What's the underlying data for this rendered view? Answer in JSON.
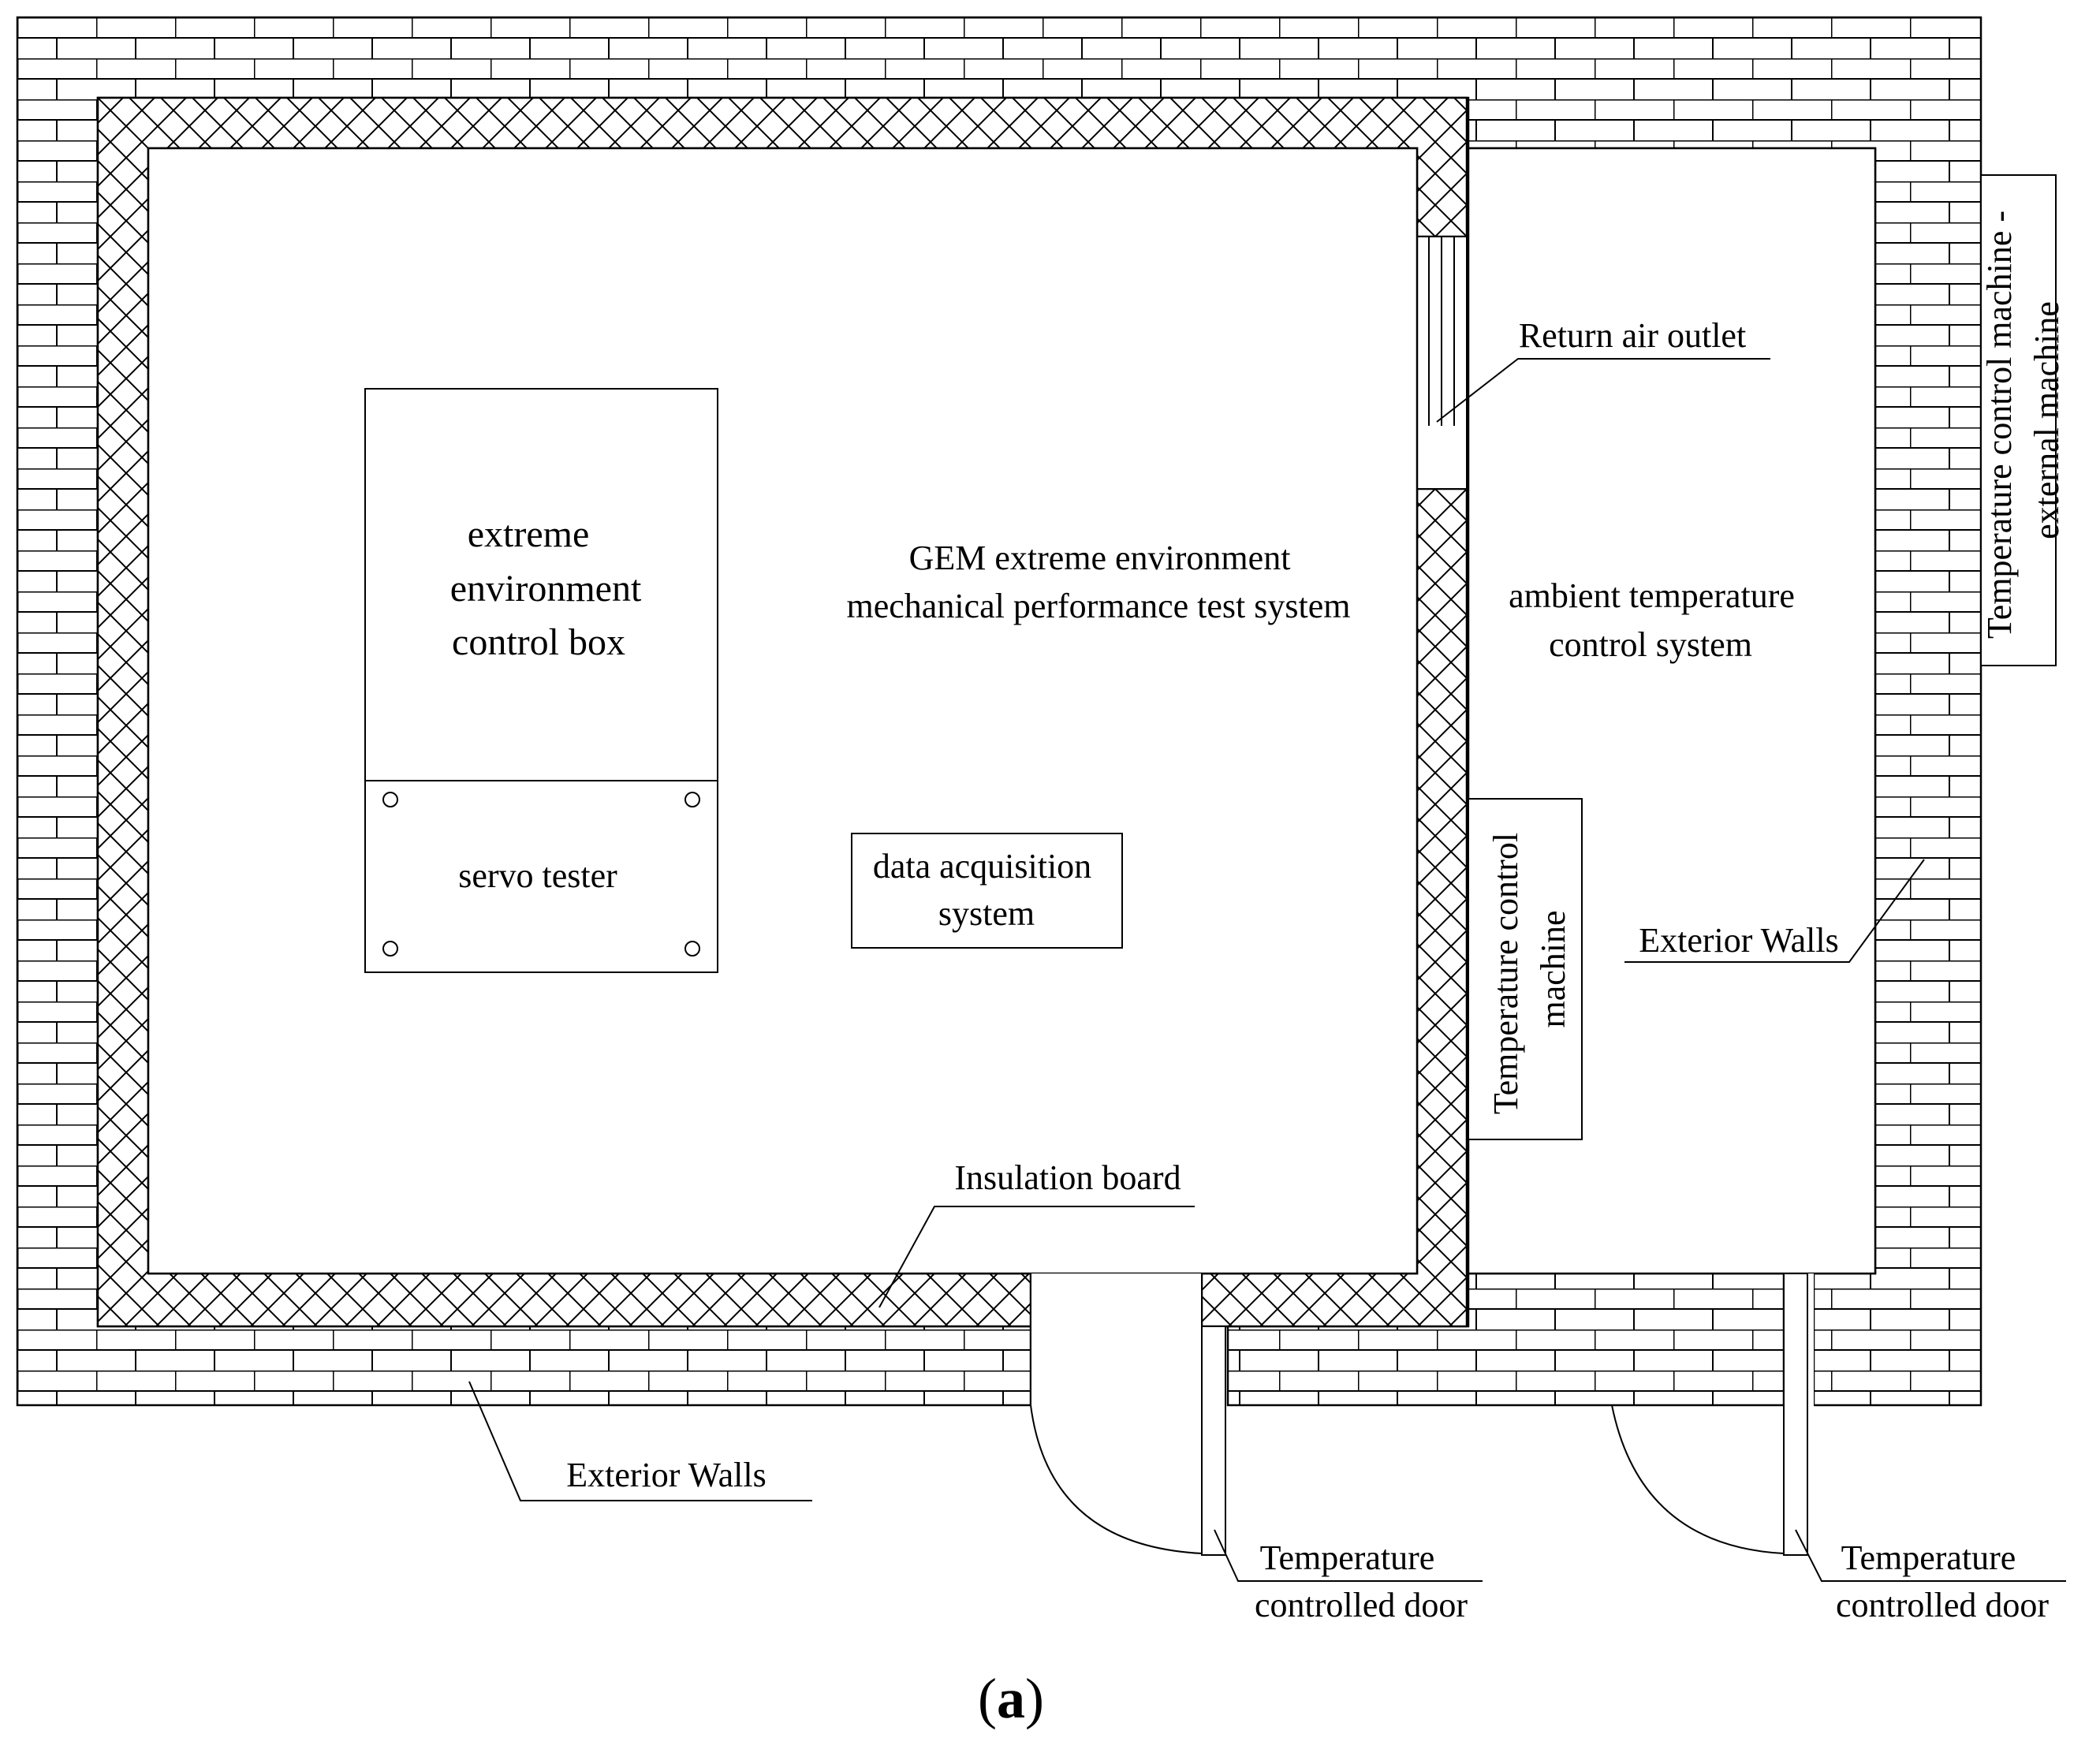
{
  "labels": {
    "control_box": [
      "extreme",
      "environment",
      "control box"
    ],
    "servo_tester": "servo tester",
    "test_system": [
      "GEM extreme environment",
      "mechanical performance test system"
    ],
    "data_acquisition": [
      "data acquisition",
      "system"
    ],
    "return_air_outlet": "Return air outlet",
    "ambient_system": [
      "ambient temperature",
      "control system"
    ],
    "temp_control_machine": [
      "Temperature control",
      "machine"
    ],
    "external_machine": [
      "Temperature control machine -",
      "external machine"
    ],
    "exterior_walls": "Exterior Walls",
    "insulation_board": "Insulation board",
    "temp_door": [
      "Temperature",
      "controlled door"
    ],
    "caption_open": "(",
    "caption_letter": "a",
    "caption_close": ")"
  }
}
